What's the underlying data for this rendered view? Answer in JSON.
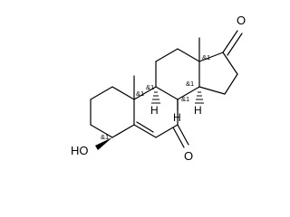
{
  "molecule": {
    "atom_labels": {
      "carbonyl_o_ring_d": "O",
      "carbonyl_o_ring_b": "O",
      "hydroxyl": "HO",
      "h_c8": "H",
      "h_c9": "H",
      "h_c14": "H"
    },
    "stereo_labels": {
      "c3": "&1",
      "c8": "&1",
      "c9": "&1",
      "c10": "&1",
      "c13": "&1",
      "c14": "&1"
    },
    "colors": {
      "line": "#000000",
      "background": "#ffffff"
    }
  }
}
